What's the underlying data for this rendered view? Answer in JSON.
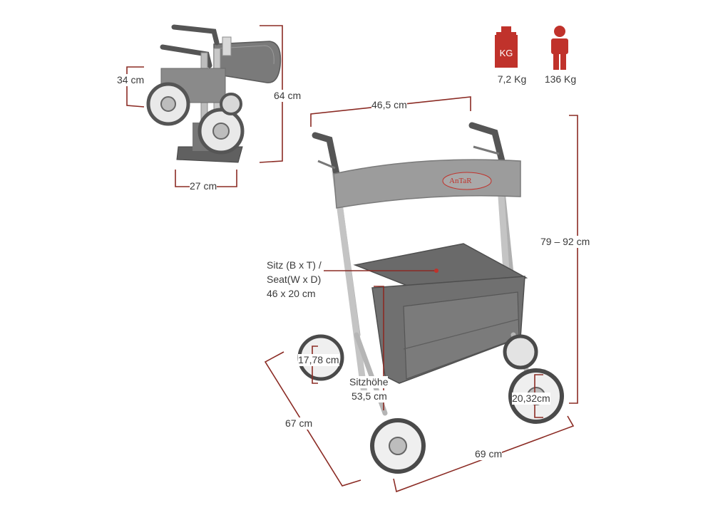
{
  "brand_logo_text": "AnTaR",
  "specs": {
    "weight": {
      "icon": "weight-kg-icon",
      "icon_text": "KG",
      "value": "7,2 Kg"
    },
    "max_load": {
      "icon": "person-icon",
      "value": "136 Kg"
    }
  },
  "folded": {
    "depth": "34 cm",
    "height": "64 cm",
    "width": "27 cm"
  },
  "dimensions": {
    "handle_width": "46,5 cm",
    "handle_height": "79 – 92 cm",
    "seat_line1": "Sitz (B x T) /",
    "seat_line2": "Seat(W x D)",
    "seat_line3": "46 x 20 cm",
    "front_wheel": "17,78 cm",
    "seat_height_label": "Sitzhöhe",
    "seat_height_value": "53,5 cm",
    "rear_wheel": "20,32cm",
    "depth": "67 cm",
    "length": "69 cm"
  },
  "colors": {
    "accent": "#8b2b24",
    "icon_red": "#c0322b",
    "frame_gray": "#b8b8b8",
    "bag_gray": "#6f6f6f"
  }
}
